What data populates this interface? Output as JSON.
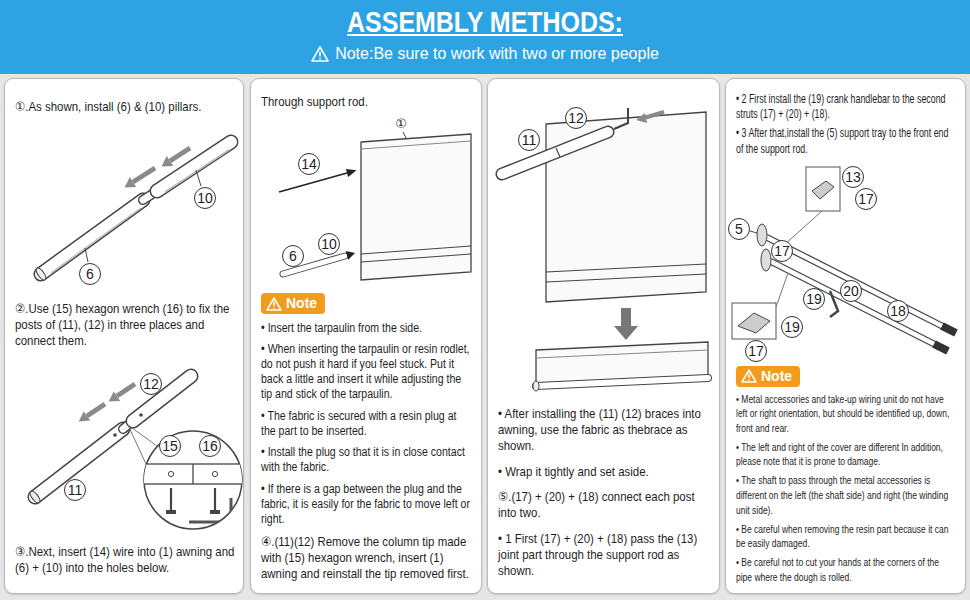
{
  "diagram": {
    "title": "ASSEMBLY METHODS:",
    "nodes": [
      {
        "text": [
          "①.As shown, install (6) & (10) pillars.",
          "②.Use (15) hexagon wrench (16) to fix the posts of (11), (12) in three places and connect them.",
          "③.Next, insert (14) wire into (1) awning and (6) + (10) into the holes below."
        ]
      },
      {
        "text": [
          "Through support rod.",
          "• Insert the tarpaulin from the side.",
          "• When inserting the tarpaulin or resin rodlet, do not push it hard if you feel stuck. Put it back a little and insert it while adjusting the tip and stick of the tarpaulin.",
          "• The fabric is secured with a resin plug at the part to be inserted.",
          "• Install the plug so that it is in close contact with the fabric.",
          "• If there is a gap between the plug and the fabric, it is easily for the fabric to move left or right.",
          "④.(11)(12) Remove the column tip made with (15) hexagon wrench, insert (1) awning and reinstall the tip removed first."
        ]
      },
      {
        "text": [
          "Note"
        ],
        "in": 1
      },
      {
        "text": [
          "• After installing the (11) (12) braces into awning, use the fabric as thebrace as shown.",
          "• Wrap it tightly and set aside.",
          "⑤.(17) + (20) + (18) connect each post into two.",
          "• 1 First (17) + (20) + (18) pass the (13) joint part through the support rod as shown."
        ]
      },
      {
        "text": [
          "• 2 First install the (19) crank handlebar to the second struts (17) + (20) + (18).",
          "• 3 After that,install the (5) support tray to the front end of the support rod.",
          "• Metal accessories and take-up wiring unit do not have left or right orientation, but should be identified up, down, front and rear.",
          "• The left and right of the cover are different In addition, please note that it is prone to damage.",
          "• The shaft to pass through the metal accessories is different on the left (the shaft side) and right (the winding unit side).",
          "• Be careful when removing the resin part because it can be easily damaged.",
          "• Be careful not to cut your hands at the corners of the pipe where the dough is rolled."
        ]
      },
      {
        "text": [
          "Note"
        ],
        "in": 4
      }
    ],
    "labels": [
      "Note:Be sure to work with two or more people",
      "10",
      "6",
      "12",
      "15",
      "16",
      "11",
      "①",
      "14",
      "6",
      "10",
      "11",
      "12",
      "13",
      "17",
      "5",
      "17",
      "20",
      "19",
      "18",
      "19",
      "17"
    ]
  }
}
